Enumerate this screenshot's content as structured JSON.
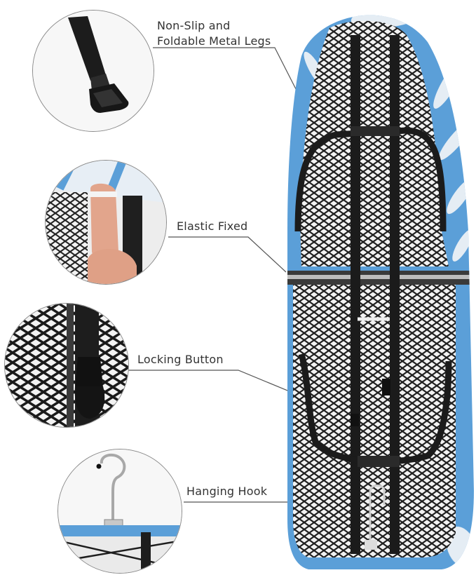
{
  "callouts": {
    "legs": {
      "label": "Non-Slip and\nFoldable Metal Legs"
    },
    "elastic": {
      "label": "Elastic Fixed"
    },
    "locking": {
      "label": "Locking Button"
    },
    "hook": {
      "label": "Hanging Hook"
    }
  },
  "colors": {
    "cover_blue": "#5b9fd8",
    "cover_leaf": "#e9eef3",
    "frame": "#1b1b1b",
    "mesh": "#2a2a2a",
    "leader": "#555555"
  },
  "icons": {
    "legs": "rubber-foot-icon",
    "elastic": "thumb-strap-icon",
    "locking": "lock-clip-icon",
    "hook": "hanger-hook-icon"
  }
}
